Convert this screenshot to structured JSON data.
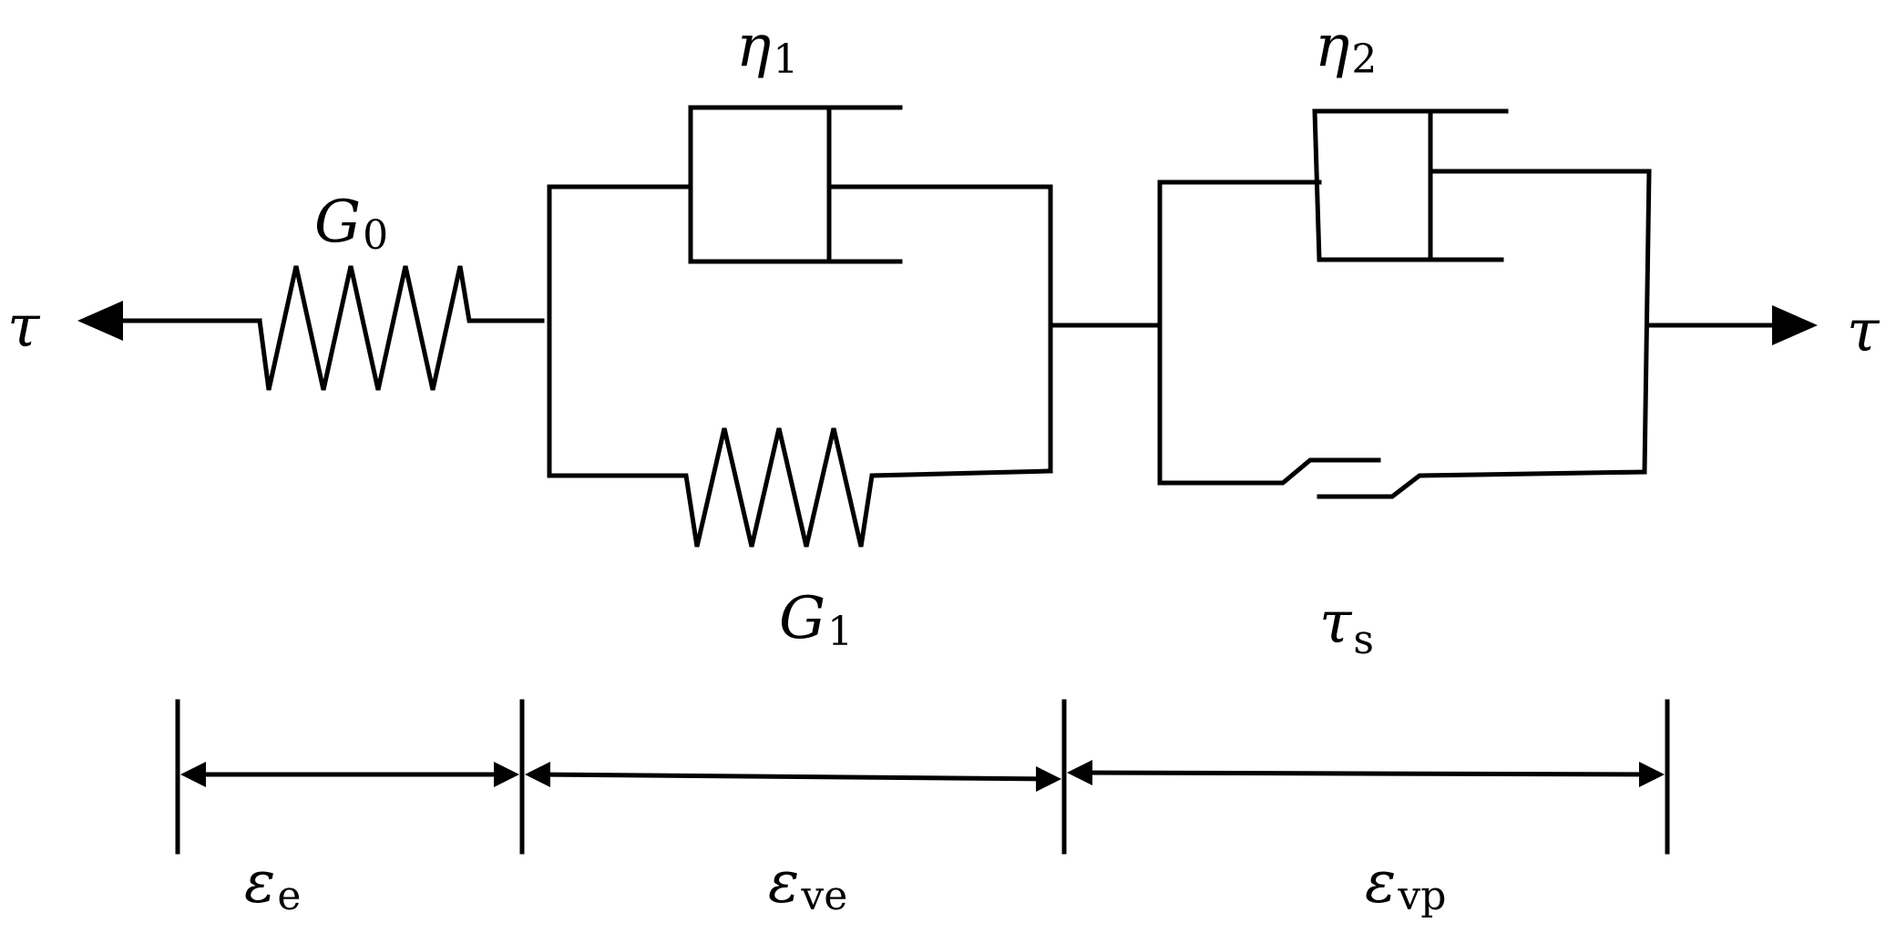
{
  "diagram": {
    "stress_left": {
      "symbol": "τ"
    },
    "stress_right": {
      "symbol": "τ"
    },
    "spring_g0": {
      "symbol": "G",
      "subscript": "0"
    },
    "spring_g1": {
      "symbol": "G",
      "subscript": "1"
    },
    "dashpot_eta1": {
      "symbol": "η",
      "subscript": "1"
    },
    "dashpot_eta2": {
      "symbol": "η",
      "subscript": "2"
    },
    "slider_tau_s": {
      "symbol": "τ",
      "subscript": "s"
    },
    "strain_elastic": {
      "symbol": "ε",
      "subscript": "e"
    },
    "strain_viscoelastic": {
      "symbol": "ε",
      "subscript": "ve"
    },
    "strain_viscoplastic": {
      "symbol": "ε",
      "subscript": "vp"
    },
    "colors": {
      "stroke": "#000000",
      "background": "#ffffff"
    }
  }
}
